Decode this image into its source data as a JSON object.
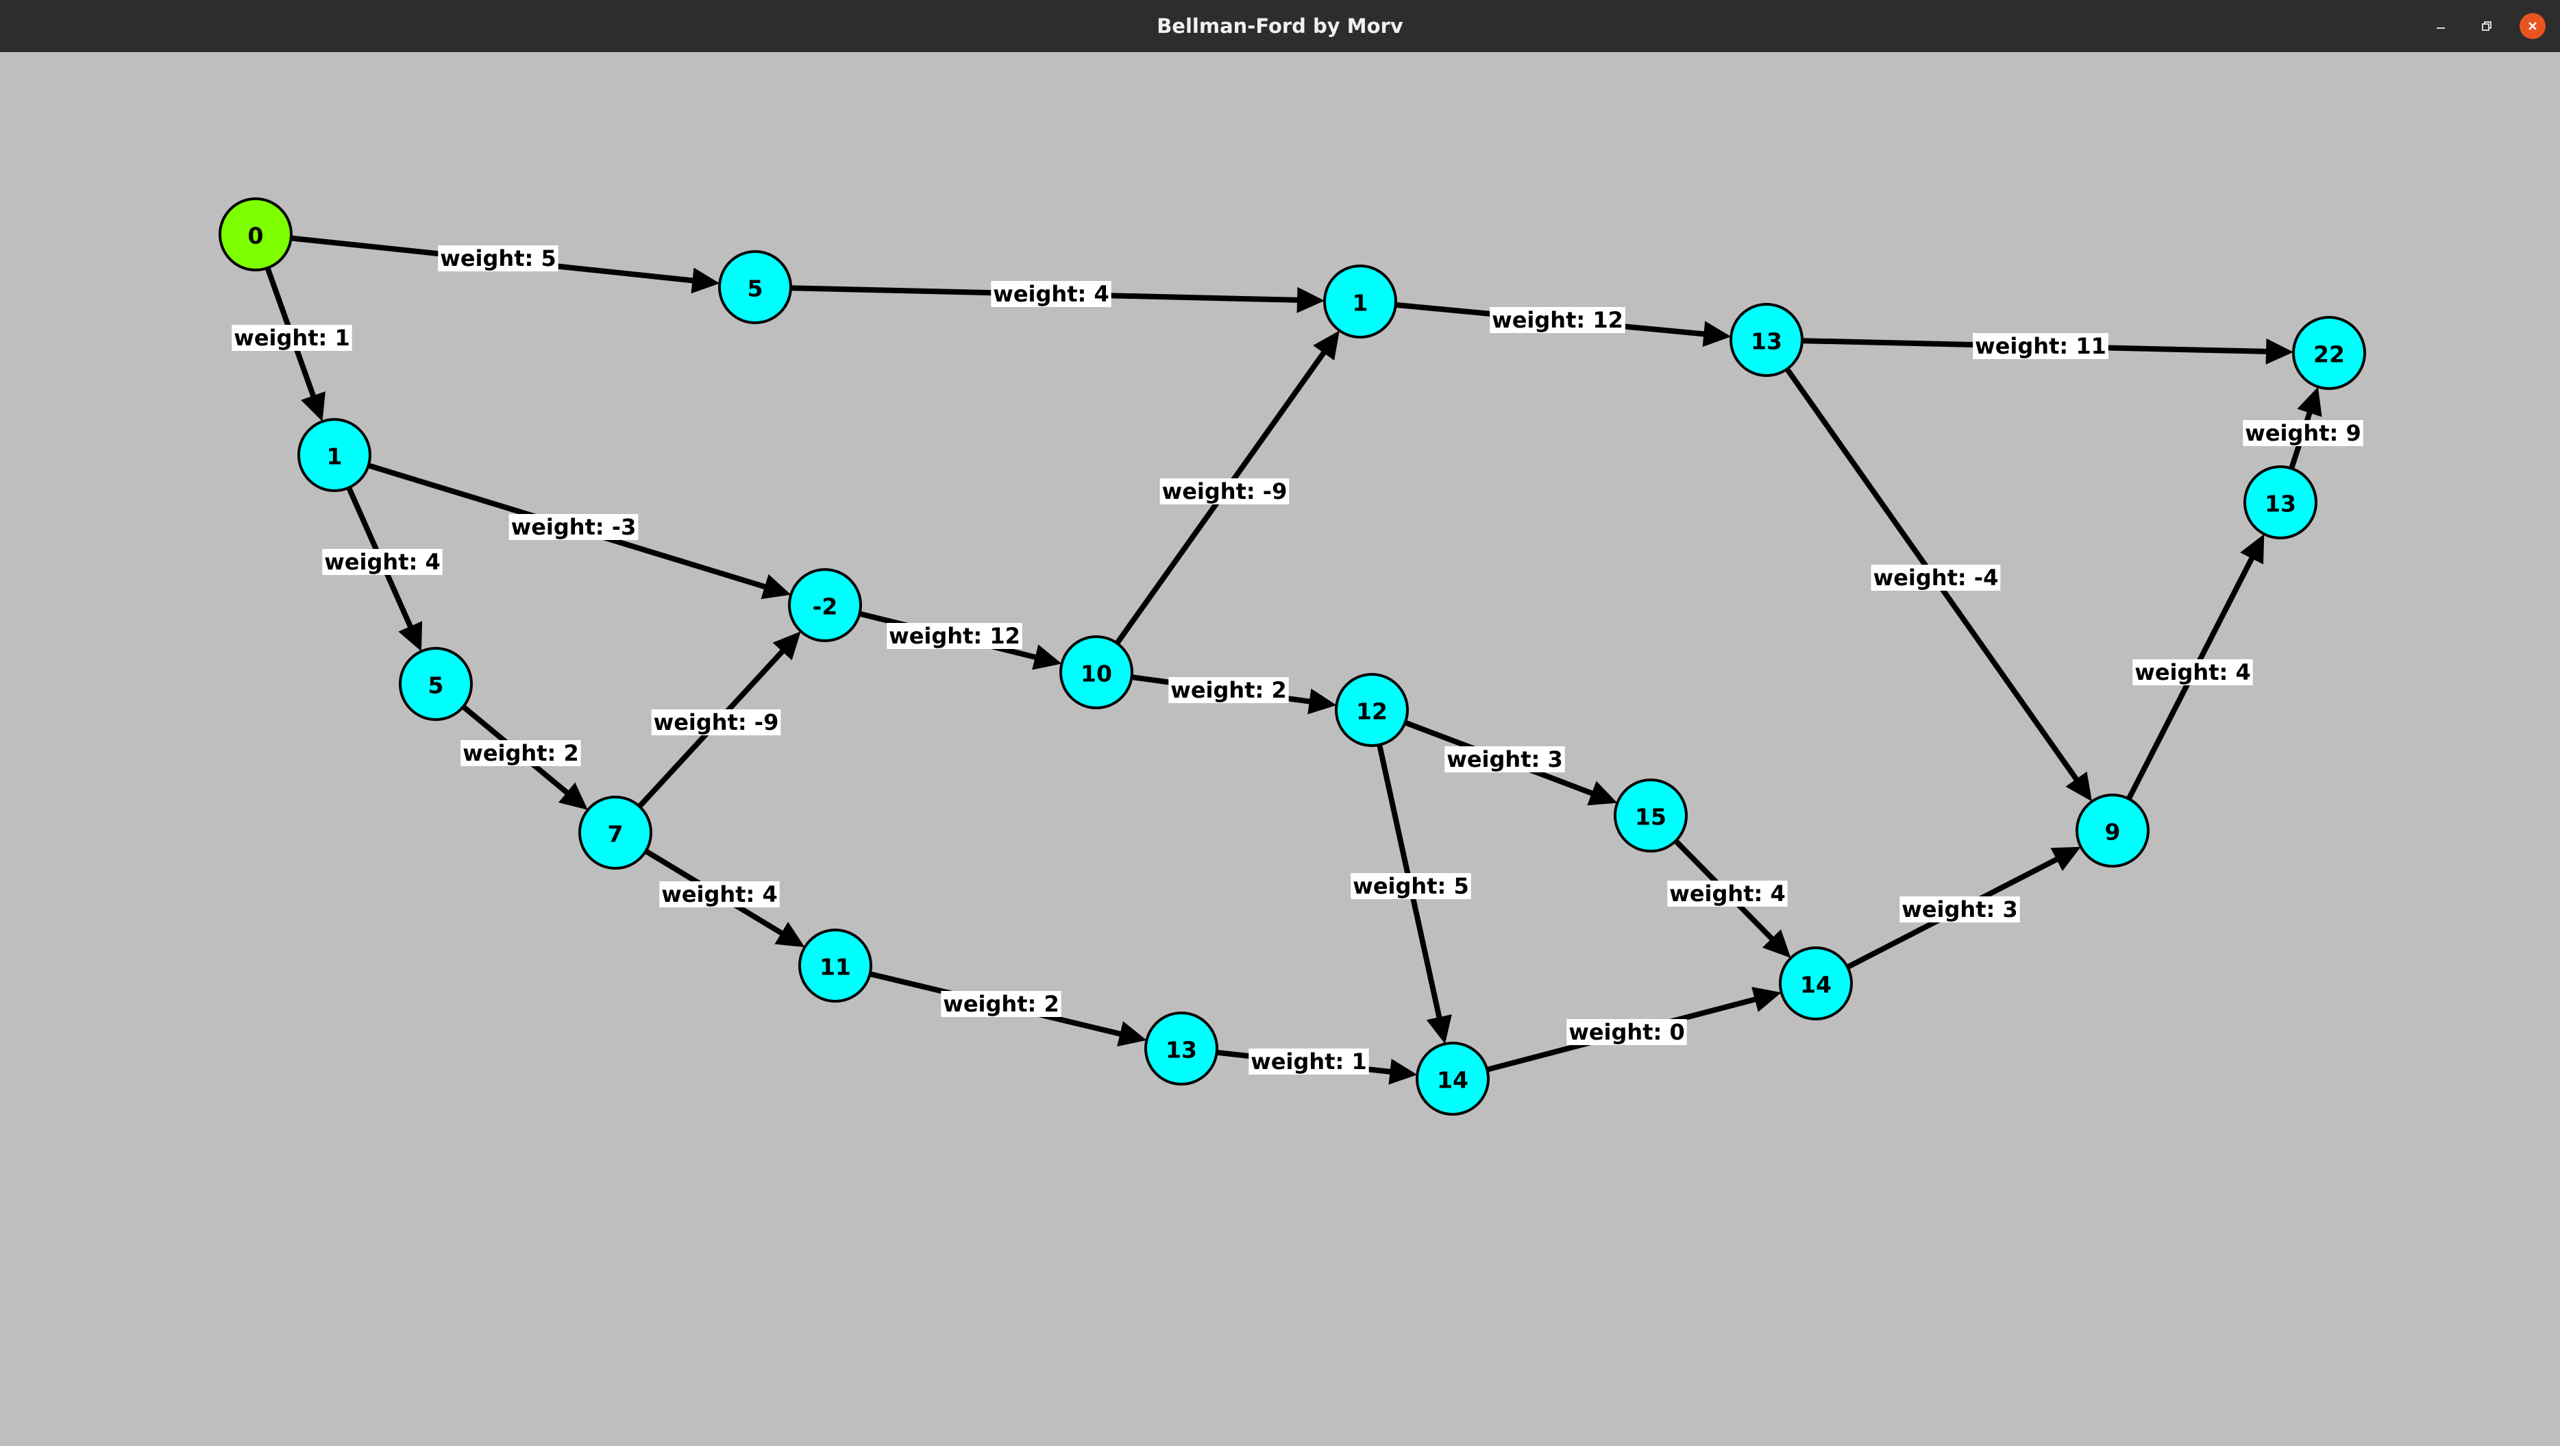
{
  "window": {
    "title": "Bellman-Ford by Morv",
    "controls": [
      "minimize-icon",
      "restore-icon",
      "close-icon"
    ]
  },
  "colors": {
    "source_node": "#7dff00",
    "node": "#00ffff",
    "background": "#bebebe",
    "edge": "#000000",
    "label_background": "#ffffff"
  },
  "graph": {
    "nodes": [
      {
        "id": "n1",
        "label": "0",
        "source": true
      },
      {
        "id": "n2",
        "label": "5"
      },
      {
        "id": "n3",
        "label": "1"
      },
      {
        "id": "n4",
        "label": "13"
      },
      {
        "id": "n5",
        "label": "22"
      },
      {
        "id": "n6",
        "label": "1"
      },
      {
        "id": "n7",
        "label": "13"
      },
      {
        "id": "n8",
        "label": "-2"
      },
      {
        "id": "n9",
        "label": "5"
      },
      {
        "id": "n10",
        "label": "10"
      },
      {
        "id": "n11",
        "label": "12"
      },
      {
        "id": "n12",
        "label": "15"
      },
      {
        "id": "n13",
        "label": "7"
      },
      {
        "id": "n14",
        "label": "9"
      },
      {
        "id": "n15",
        "label": "11"
      },
      {
        "id": "n16",
        "label": "14"
      },
      {
        "id": "n17",
        "label": "13"
      },
      {
        "id": "n18",
        "label": "14"
      }
    ],
    "edges": [
      {
        "from": "n1",
        "to": "n2",
        "label": "weight: 5"
      },
      {
        "from": "n2",
        "to": "n3",
        "label": "weight: 4"
      },
      {
        "from": "n3",
        "to": "n4",
        "label": "weight: 12"
      },
      {
        "from": "n4",
        "to": "n5",
        "label": "weight: 11"
      },
      {
        "from": "n1",
        "to": "n6",
        "label": "weight: 1"
      },
      {
        "from": "n6",
        "to": "n8",
        "label": "weight: -3"
      },
      {
        "from": "n6",
        "to": "n9",
        "label": "weight: 4"
      },
      {
        "from": "n9",
        "to": "n13",
        "label": "weight: 2"
      },
      {
        "from": "n13",
        "to": "n8",
        "label": "weight: -9"
      },
      {
        "from": "n8",
        "to": "n10",
        "label": "weight: 12"
      },
      {
        "from": "n10",
        "to": "n3",
        "label": "weight: -9"
      },
      {
        "from": "n10",
        "to": "n11",
        "label": "weight: 2"
      },
      {
        "from": "n11",
        "to": "n12",
        "label": "weight: 3"
      },
      {
        "from": "n11",
        "to": "n18",
        "label": "weight: 5"
      },
      {
        "from": "n12",
        "to": "n16",
        "label": "weight: 4"
      },
      {
        "from": "n16",
        "to": "n14",
        "label": "weight: 3"
      },
      {
        "from": "n4",
        "to": "n14",
        "label": "weight: -4"
      },
      {
        "from": "n14",
        "to": "n7",
        "label": "weight: 4"
      },
      {
        "from": "n7",
        "to": "n5",
        "label": "weight: 9"
      },
      {
        "from": "n13",
        "to": "n15",
        "label": "weight: 4"
      },
      {
        "from": "n15",
        "to": "n17",
        "label": "weight: 2"
      },
      {
        "from": "n17",
        "to": "n18",
        "label": "weight: 1"
      },
      {
        "from": "n18",
        "to": "n16",
        "label": "weight: 0"
      }
    ]
  }
}
